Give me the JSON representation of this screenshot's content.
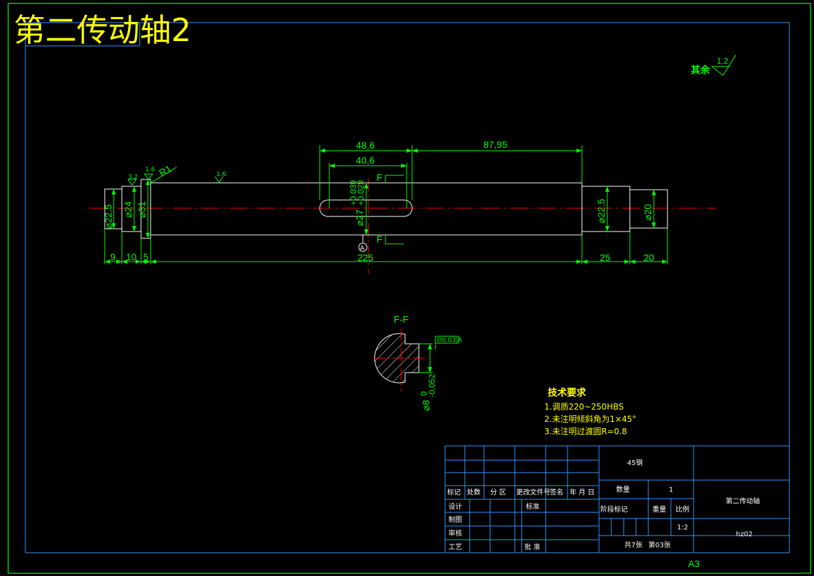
{
  "title": "第二传动轴2",
  "roughness": {
    "label": "其余",
    "value": "1.2"
  },
  "dimensions": {
    "d1": "48,6",
    "d2": "87,95",
    "d3": "40,6",
    "d4": "225",
    "d5": "9",
    "d6": "10",
    "d7": "5",
    "d8": "25",
    "d9": "20",
    "dia1": "⌀22.5",
    "dia2": "⌀24",
    "dia3": "⌀31",
    "dia4": "⌀22.5",
    "dia5": "⌀20",
    "key_dia": "⌀27",
    "key_tol_up": "+0.039",
    "key_tol_lo": "+0.028",
    "r1": "R1",
    "rough_a": "3.2",
    "rough_b": "1.6",
    "rough_c": "1.6",
    "datum": "A",
    "section_mark": "F"
  },
  "section": {
    "label": "F-F",
    "width": "⌀8",
    "tol_up": "0",
    "tol_lo": "-0.052",
    "frame": "⊟0.03|A"
  },
  "notes": {
    "heading": "技术要求",
    "items": [
      "1.调质220~250HBS",
      "2.未注明倾斜角为1×45°",
      "3.未注明过渡圆R=0.8"
    ]
  },
  "title_block": {
    "material": "45钢",
    "part_name": "第二传动轴",
    "drawing_no": "hz02",
    "quantity_label": "数量",
    "quantity": "1",
    "stage_label": "阶段标记",
    "weight_label": "重量",
    "scale_label": "比例",
    "scale": "1:2",
    "sheets": "共7张",
    "sheet_no": "第03张",
    "rev_headers": [
      "标记",
      "处数",
      "分 区",
      "更改文件号",
      "签名",
      "年 月 日"
    ],
    "rows": [
      "设计",
      "制图",
      "审核",
      "工艺"
    ],
    "std_label": "标准",
    "approve_label": "批 准"
  },
  "sheet_size": "A3",
  "colors": {
    "line": "#ffffff",
    "dim": "#00ff00",
    "center": "#ff0000",
    "border": "#3399ff",
    "title": "#ffff00",
    "frame": "#00ff00"
  }
}
